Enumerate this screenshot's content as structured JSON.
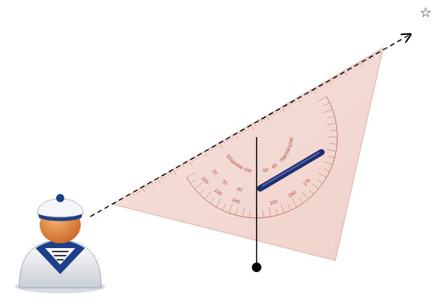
{
  "diagram": {
    "labels": [
      "☆",
      "SSW",
      "NNE",
      "SW",
      "WSW",
      "ENE",
      "220",
      "230",
      "240",
      "250",
      "260",
      "270",
      "20",
      "30",
      "40",
      "50",
      "60",
      "70"
    ]
  }
}
